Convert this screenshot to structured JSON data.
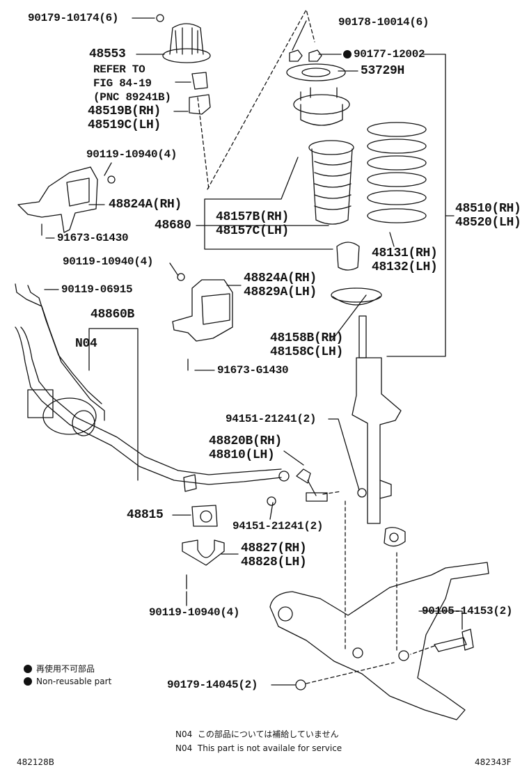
{
  "diagram": {
    "callouts": {
      "c1": "90179-10174(6)",
      "c2": "48553",
      "c3": "REFER TO",
      "c4": "FIG 84-19",
      "c5": "(PNC 89241B)",
      "c6": "48519B(RH)",
      "c7": "48519C(LH)",
      "c8": "90178-10014(6)",
      "c9": "90177-12002",
      "c10": "53729H",
      "c11": "90119-10940(4)",
      "c12": "48824A(RH)",
      "c13": "91673-G1430",
      "c14": "48157B(RH)",
      "c15": "48157C(LH)",
      "c16": "48680",
      "c17": "48510(RH)",
      "c18": "48520(LH)",
      "c19": "48131(RH)",
      "c20": "48132(LH)",
      "c21": "90119-10940(4)",
      "c22": "90119-06915",
      "c23": "48824A(RH)",
      "c24": "48829A(LH)",
      "c25": "48860B",
      "c26": "N04",
      "c27": "48158B(RH)",
      "c28": "48158C(LH)",
      "c29": "91673-G1430",
      "c30": "94151-21241(2)",
      "c31": "48820B(RH)",
      "c32": "48810(LH)",
      "c33": "48815",
      "c34": "94151-21241(2)",
      "c35": "48827(RH)",
      "c36": "48828(LH)",
      "c37": "90119-10940(4)",
      "c38": "90105-14153(2)",
      "c39": "90179-14045(2)"
    },
    "legend": {
      "jp": "再使用不可部品",
      "en": "Non-reusable part"
    },
    "notes": {
      "n1_code": "N04",
      "n1_text": "この部品については補給していません",
      "n2_code": "N04",
      "n2_text": "This part is not availale for service"
    },
    "codes": {
      "left": "482128B",
      "right": "482343F"
    }
  }
}
